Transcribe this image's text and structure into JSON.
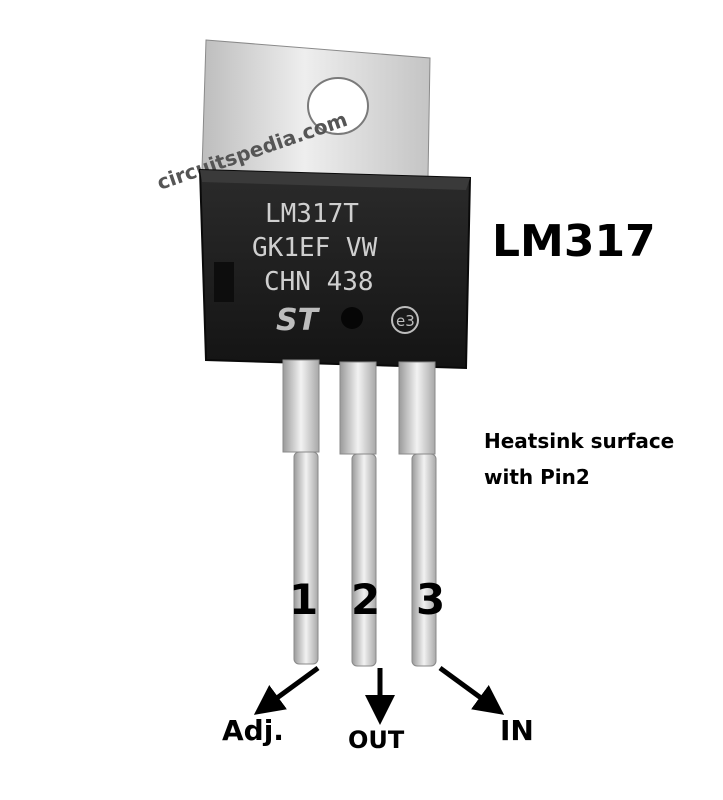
{
  "watermark": "circuitspedia.com",
  "title": "LM317",
  "body_marking": {
    "line1": "LM317T",
    "line2": "GK1EF VW",
    "line3": "CHN 438",
    "logo": "ST",
    "rohs_mark": "e3"
  },
  "note": {
    "line1": "Heatsink surface",
    "line2": "with Pin2"
  },
  "pins": [
    {
      "number": "1",
      "label": "Adj."
    },
    {
      "number": "2",
      "label": "OUT"
    },
    {
      "number": "3",
      "label": "IN"
    }
  ],
  "colors": {
    "heatsink_tab": "#d9d9d9",
    "package_body": "#1f1f1f",
    "leads": "#c8c8c8",
    "text": "#000000"
  }
}
